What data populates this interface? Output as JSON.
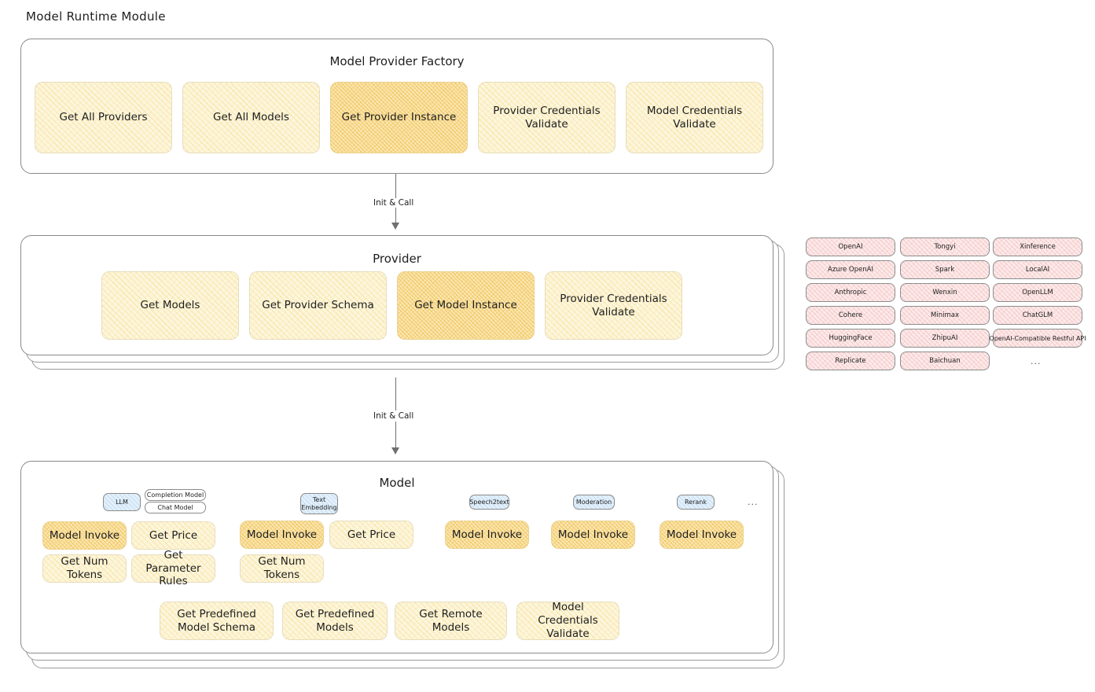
{
  "page": {
    "title": "Model Runtime Module"
  },
  "factory": {
    "heading": "Model Provider Factory",
    "boxes": [
      {
        "label": "Get All Providers",
        "highlighted": false
      },
      {
        "label": "Get All Models",
        "highlighted": false
      },
      {
        "label": "Get Provider Instance",
        "highlighted": true
      },
      {
        "label": "Provider Credentials Validate",
        "highlighted": false
      },
      {
        "label": "Model Credentials Validate",
        "highlighted": false
      }
    ]
  },
  "arrows": [
    {
      "label": "Init & Call"
    },
    {
      "label": "Init & Call"
    }
  ],
  "provider": {
    "heading": "Provider",
    "boxes": [
      {
        "label": "Get Models",
        "highlighted": false
      },
      {
        "label": "Get Provider Schema",
        "highlighted": false
      },
      {
        "label": "Get Model Instance",
        "highlighted": true
      },
      {
        "label": "Provider Credentials Validate",
        "highlighted": false
      }
    ]
  },
  "provider_list": {
    "ellipsis": "...",
    "columns": [
      {
        "items": [
          "OpenAI",
          "Azure OpenAI",
          "Anthropic",
          "Cohere",
          "HuggingFace",
          "Replicate"
        ]
      },
      {
        "items": [
          "Tongyi",
          "Spark",
          "Wenxin",
          "Minimax",
          "ZhipuAI",
          "Baichuan"
        ]
      },
      {
        "items": [
          "Xinference",
          "LocalAI",
          "OpenLLM",
          "ChatGLM",
          "OpenAI-Compatible Restful API"
        ]
      }
    ]
  },
  "model": {
    "heading": "Model",
    "ellipsis": "...",
    "types": [
      {
        "badge": "LLM",
        "sub_badges": [
          "Completion Model",
          "Chat Model"
        ],
        "methods": [
          {
            "label": "Model Invoke",
            "highlighted": true
          },
          {
            "label": "Get Price",
            "highlighted": false
          },
          {
            "label": "Get Num Tokens",
            "highlighted": false
          },
          {
            "label": "Get Parameter Rules",
            "highlighted": false
          }
        ]
      },
      {
        "badge": "Text Embedding",
        "sub_badges": [],
        "methods": [
          {
            "label": "Model Invoke",
            "highlighted": true
          },
          {
            "label": "Get Price",
            "highlighted": false
          },
          {
            "label": "Get Num Tokens",
            "highlighted": false
          }
        ]
      },
      {
        "badge": "Speech2text",
        "sub_badges": [],
        "methods": [
          {
            "label": "Model Invoke",
            "highlighted": false
          }
        ]
      },
      {
        "badge": "Moderation",
        "sub_badges": [],
        "methods": [
          {
            "label": "Model Invoke",
            "highlighted": false
          }
        ]
      },
      {
        "badge": "Rerank",
        "sub_badges": [],
        "methods": [
          {
            "label": "Model Invoke",
            "highlighted": false
          }
        ]
      }
    ],
    "common_methods": [
      {
        "label": "Get Predefined Model Schema"
      },
      {
        "label": "Get Predefined Models"
      },
      {
        "label": "Get Remote Models"
      },
      {
        "label": "Model Credentials Validate"
      }
    ]
  },
  "colors": {
    "box_fill": "#fdf6dd",
    "box_fill_highlight": "#fbe7b4",
    "chip_fill": "#fdeaea",
    "badge_fill": "#e3f0fb",
    "stroke": "#8a8a8a",
    "text": "#1e1e1e"
  }
}
